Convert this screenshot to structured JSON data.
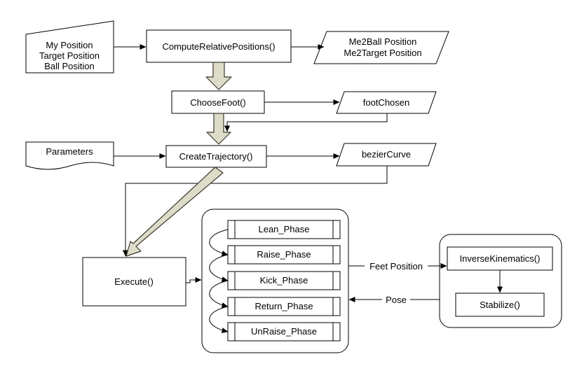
{
  "inputs": {
    "positions": [
      "My Position",
      "Target Position",
      "Ball Position"
    ],
    "parameters": "Parameters"
  },
  "processes": {
    "compute": "ComputeRelativePositions()",
    "choose": "ChooseFoot()",
    "create": "CreateTrajectory()",
    "execute": "Execute()"
  },
  "outputs": {
    "relative": [
      "Me2Ball Position",
      "Me2Target Position"
    ],
    "foot": "footChosen",
    "curve": "bezierCurve"
  },
  "phases": [
    "Lean_Phase",
    "Raise_Phase",
    "Kick_Phase",
    "Return_Phase",
    "UnRaise_Phase"
  ],
  "kinematics": {
    "inverse": "InverseKinematics()",
    "stabilize": "Stabilize()"
  },
  "edges": {
    "feet": "Feet Position",
    "pose": "Pose"
  }
}
